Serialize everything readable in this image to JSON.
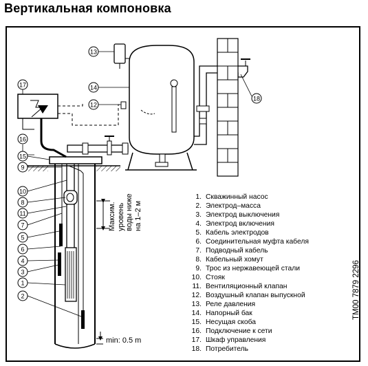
{
  "title": "Вертикальная компоновка",
  "code": "TM00 7879 2296",
  "water_level_label": [
    "Максим.",
    "уровень",
    "воды ниже",
    "на 1–2 м"
  ],
  "min_label": "min: 0.5 m",
  "callouts": [
    "17",
    "16",
    "15",
    "9",
    "10",
    "8",
    "11",
    "7",
    "5",
    "6",
    "4",
    "3",
    "1",
    "2",
    "13",
    "14",
    "12",
    "18"
  ],
  "legend": [
    {
      "num": "1.",
      "text": "Скважинный насос"
    },
    {
      "num": "2.",
      "text": "Электрод–масса"
    },
    {
      "num": "3.",
      "text": "Электрод выключения"
    },
    {
      "num": "4.",
      "text": "Электрод включения"
    },
    {
      "num": "5.",
      "text": "Кабель электродов"
    },
    {
      "num": "6.",
      "text": "Соединительная муфта кабеля"
    },
    {
      "num": "7.",
      "text": "Подводный кабель"
    },
    {
      "num": "8.",
      "text": "Кабельный хомут"
    },
    {
      "num": "9.",
      "text": "Трос из нержавеющей  стали"
    },
    {
      "num": "10.",
      "text": "Стояк"
    },
    {
      "num": "11.",
      "text": "Вентиляционный клапан"
    },
    {
      "num": "12.",
      "text": "Воздушный клапан выпускной"
    },
    {
      "num": "13.",
      "text": "Реле давления"
    },
    {
      "num": "14.",
      "text": "Напорный бак"
    },
    {
      "num": "15.",
      "text": "Несущая скоба"
    },
    {
      "num": "16.",
      "text": "Подключение к сети"
    },
    {
      "num": "17.",
      "text": "Шкаф управления"
    },
    {
      "num": "18.",
      "text": "Потребитель"
    }
  ]
}
